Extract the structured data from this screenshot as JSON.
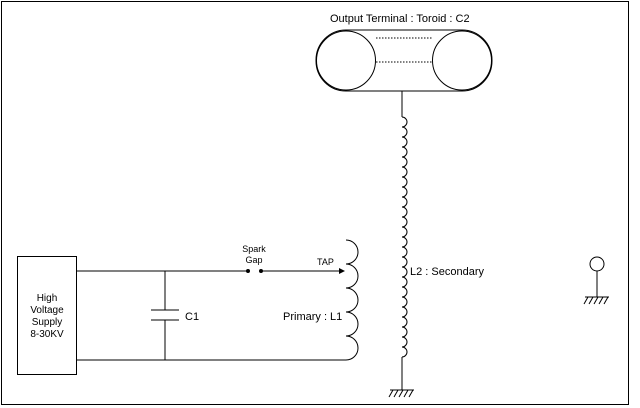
{
  "labels": {
    "output_terminal": "Output Terminal : Toroid : C2",
    "spark_gap_line1": "Spark",
    "spark_gap_line2": "Gap",
    "tap": "TAP",
    "secondary": "L2 : Secondary",
    "primary": "Primary : L1",
    "capacitor": "C1"
  },
  "supply": {
    "line1": "High",
    "line2": "Voltage",
    "line3": "Supply",
    "line4": "8-30KV"
  },
  "colors": {
    "stroke": "#000000",
    "background": "#ffffff"
  },
  "icons": [
    "ground-icon",
    "spark-gap-icon",
    "capacitor-icon",
    "inductor-coil-icon",
    "toroid-icon",
    "antenna-terminal-icon"
  ]
}
